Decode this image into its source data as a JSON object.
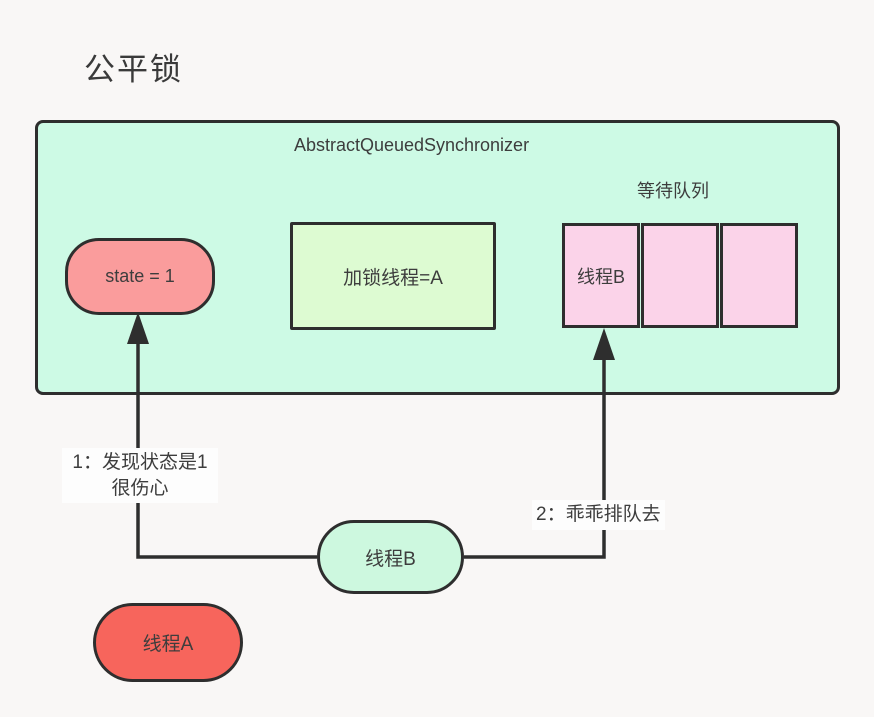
{
  "page": {
    "title": "公平锁",
    "background": "#f9f7f6"
  },
  "aqs": {
    "title": "AbstractQueuedSynchronizer",
    "fill": "#cdfae5",
    "state_node": {
      "label": "state = 1",
      "fill": "#fa9c9c"
    },
    "lock_thread_box": {
      "label": "加锁线程=A",
      "fill": "#ddfbd2"
    },
    "wait_queue": {
      "title": "等待队列",
      "cell_fill": "#fbd3e9",
      "cells": [
        {
          "label": "线程B"
        },
        {
          "label": ""
        },
        {
          "label": ""
        }
      ]
    }
  },
  "nodes": {
    "thread_b": {
      "label": "线程B",
      "fill": "#cdf8df"
    },
    "thread_a": {
      "label": "线程A",
      "fill": "#f7655c"
    }
  },
  "annotations": {
    "step1_line1": "1：发现状态是1",
    "step1_line2": "很伤心",
    "step2": "2：乖乖排队去"
  },
  "colors": {
    "stroke": "#2e2e2e",
    "text": "#3d3d3d"
  }
}
